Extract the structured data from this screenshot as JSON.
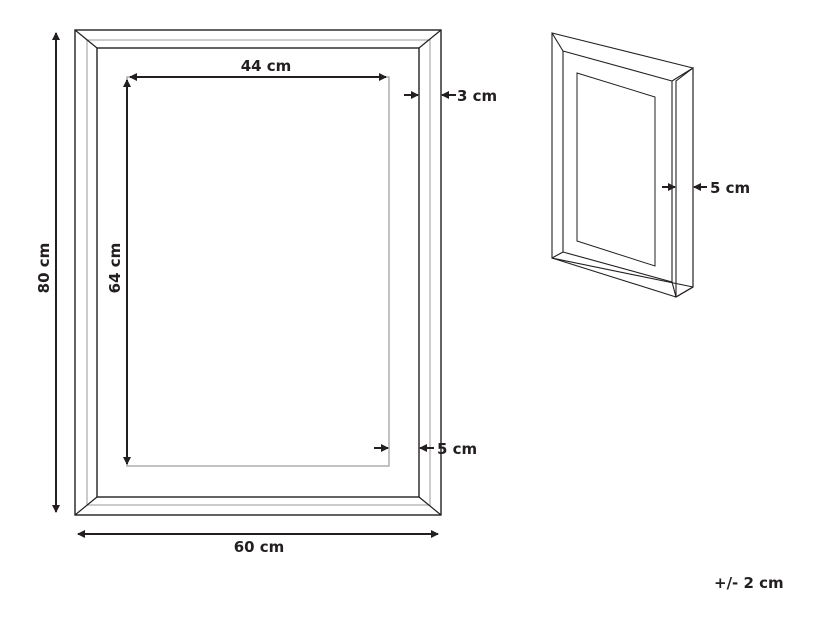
{
  "diagram": {
    "type": "product-dimension-drawing",
    "subject": "picture frame",
    "front_view": {
      "outer_width_label": "60 cm",
      "outer_height_label": "80 cm",
      "inner_width_label": "44 cm",
      "inner_height_label": "64 cm",
      "frame_width_label": "3 cm",
      "border_label": "5 cm"
    },
    "side_view": {
      "depth_label": "5 cm"
    },
    "tolerance_label": "+/- 2 cm"
  },
  "colors": {
    "line_dark": "#231f20",
    "line_gray": "#8a8a8a",
    "background": "#ffffff"
  }
}
